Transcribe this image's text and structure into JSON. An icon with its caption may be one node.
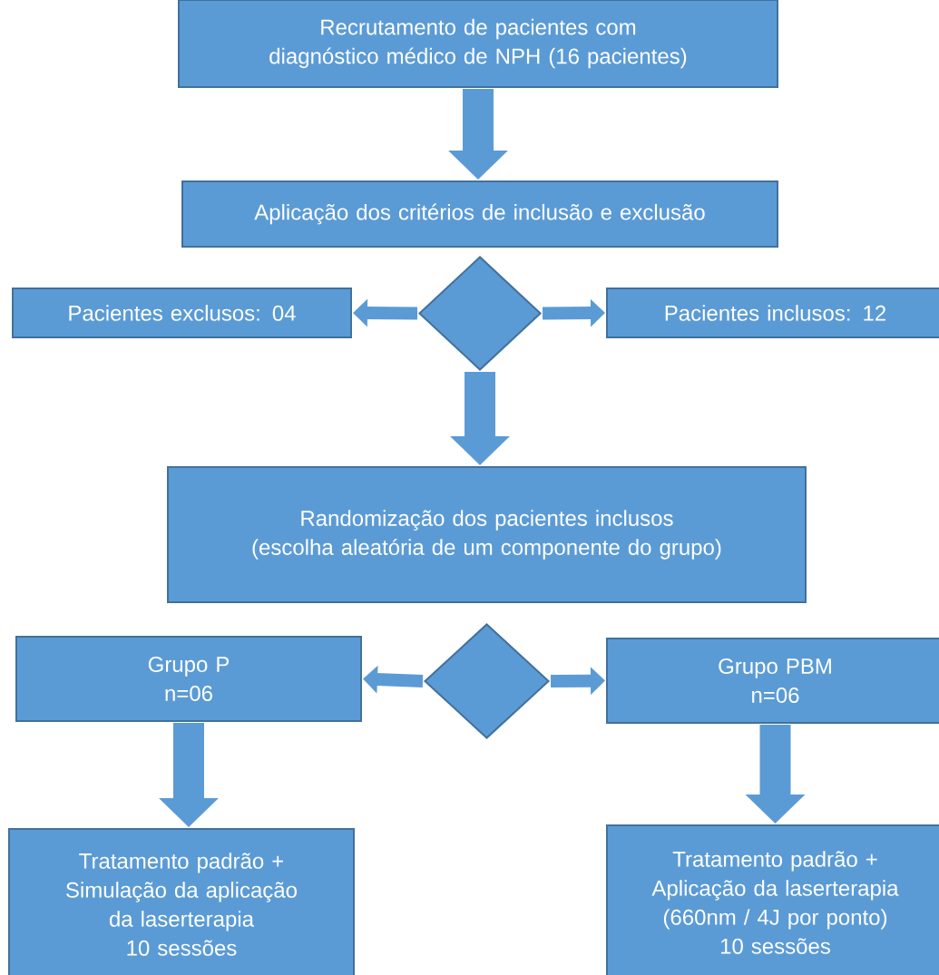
{
  "diagram": {
    "nodes": [
      {
        "text": [
          "Recrutamento de pacientes com diagnóstico médico de NPH (16 pacientes)"
        ]
      },
      {
        "text": [
          "Aplicação dos critérios de inclusão e exclusão"
        ]
      },
      {
        "text": [],
        "shape": "diamond"
      },
      {
        "text": [
          "Pacientes exclusos: 04"
        ]
      },
      {
        "text": [
          "Pacientes inclusos: 12"
        ]
      },
      {
        "text": [
          "Randomização dos pacientes inclusos",
          "(escolha aleatória de um componente do grupo)"
        ]
      },
      {
        "text": [],
        "shape": "diamond"
      },
      {
        "text": [
          "Grupo P",
          "n=06"
        ]
      },
      {
        "text": [
          "Grupo PBM",
          "n=06"
        ]
      },
      {
        "text": [
          "Tratamento padrão +",
          "Simulação da aplicação da laserterapia",
          "10 sessões"
        ]
      },
      {
        "text": [
          "Tratamento padrão +",
          "Aplicação da laserterapia",
          "(660nm / 4J por ponto)",
          "10 sessões"
        ]
      }
    ],
    "edges": [
      {
        "from": 0,
        "to": 1,
        "arrow": "to",
        "style": "thick"
      },
      {
        "from": 2,
        "to": 3,
        "arrow": "to"
      },
      {
        "from": 2,
        "to": 4,
        "arrow": "to"
      },
      {
        "from": 2,
        "to": 5,
        "arrow": "to",
        "style": "thick"
      },
      {
        "from": 6,
        "to": 7,
        "arrow": "to"
      },
      {
        "from": 6,
        "to": 8,
        "arrow": "to"
      },
      {
        "from": 7,
        "to": 9,
        "arrow": "to",
        "style": "thick"
      },
      {
        "from": 8,
        "to": 10,
        "arrow": "to",
        "style": "thick"
      }
    ]
  }
}
